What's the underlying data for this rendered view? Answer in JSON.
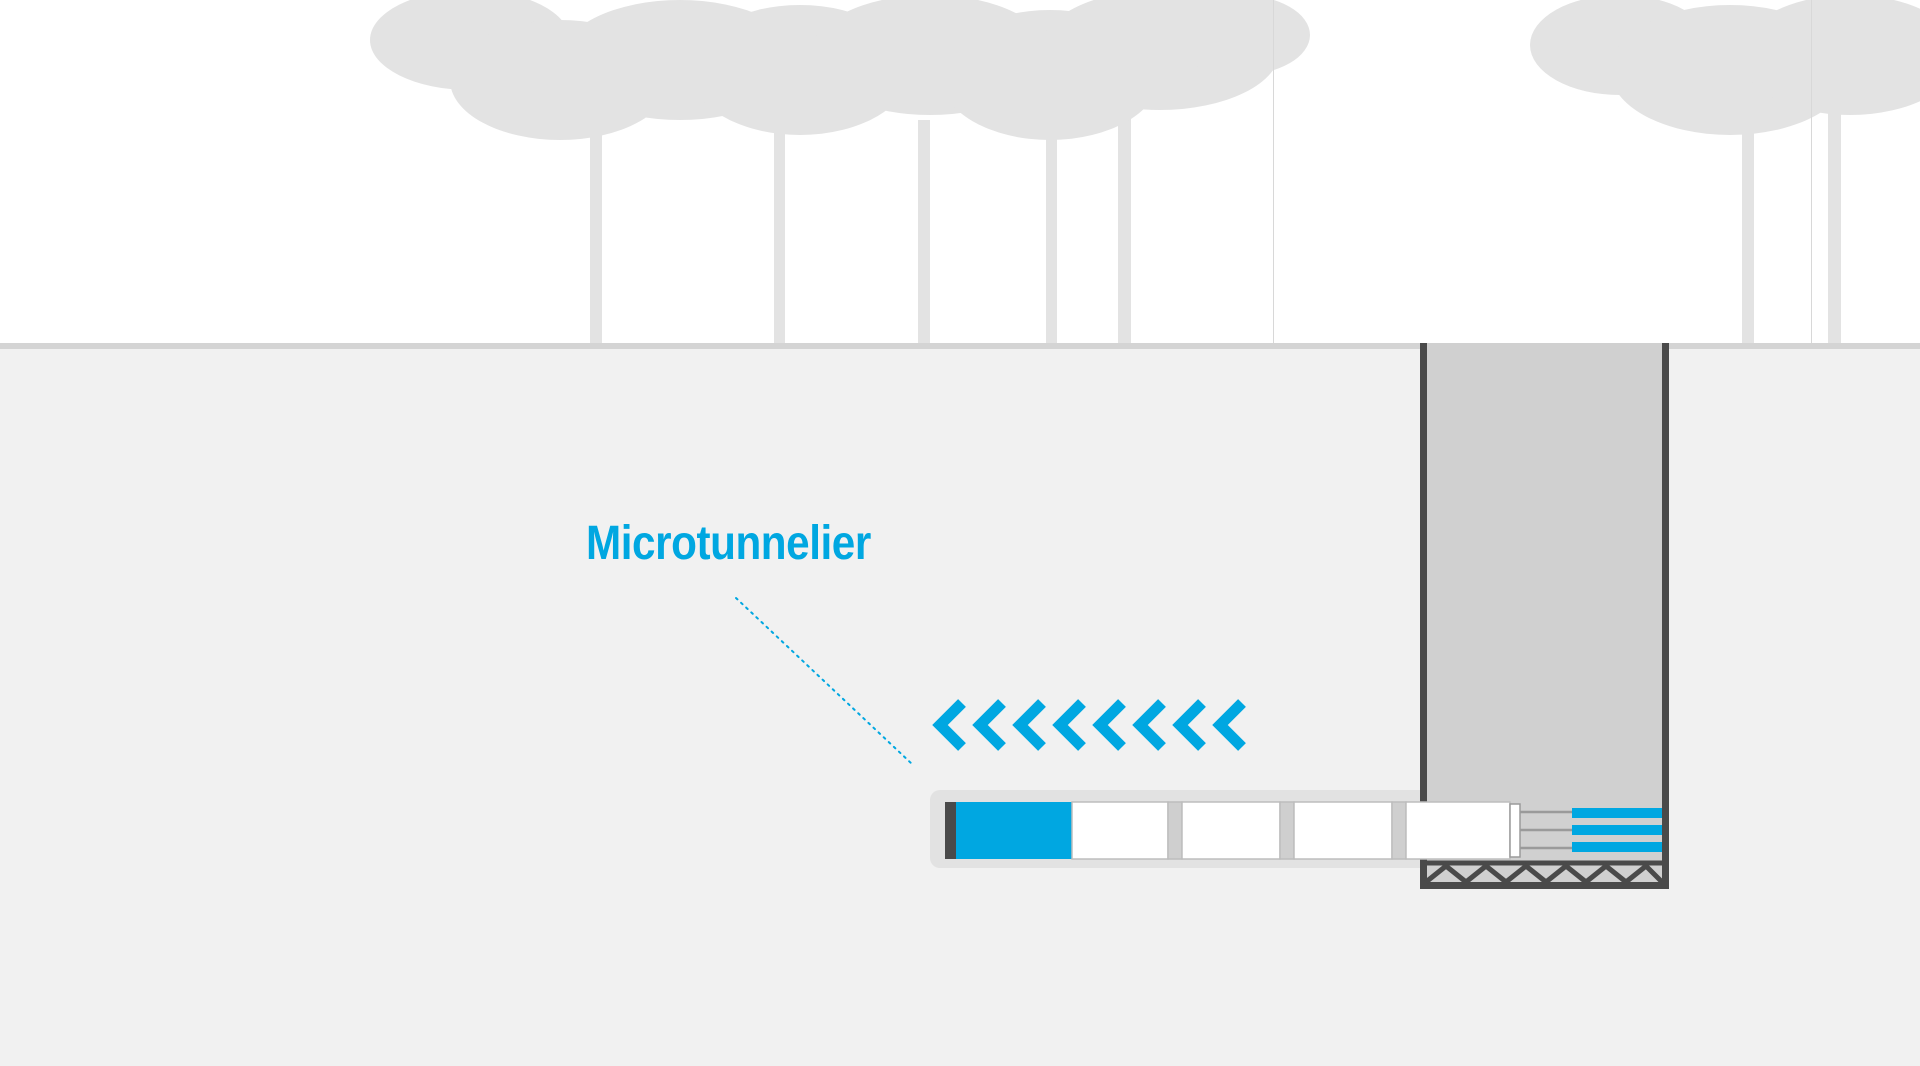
{
  "diagram": {
    "label": "Microtunnelier",
    "colors": {
      "accent": "#00a7e1",
      "sky": "#ffffff",
      "ground": "#f1f1f1",
      "ground_line": "#d4d4d4",
      "shaft_fill": "#d0d0d0",
      "shaft_wall": "#4a4a4a",
      "trees": "#e3e3e3",
      "pipe_segment": "#ffffff",
      "pipe_joint": "#cfcfcf"
    },
    "components": {
      "trees": "tree-silhouettes",
      "launch_shaft": "launch-shaft",
      "tbm": "microtunnel-boring-machine",
      "pipes": "jacking-pipe-segments",
      "jacks": "hydraulic-jacks",
      "direction": "drive-direction-chevrons"
    },
    "chevron_count": 8,
    "pipe_segment_count": 4,
    "jack_count": 3
  }
}
